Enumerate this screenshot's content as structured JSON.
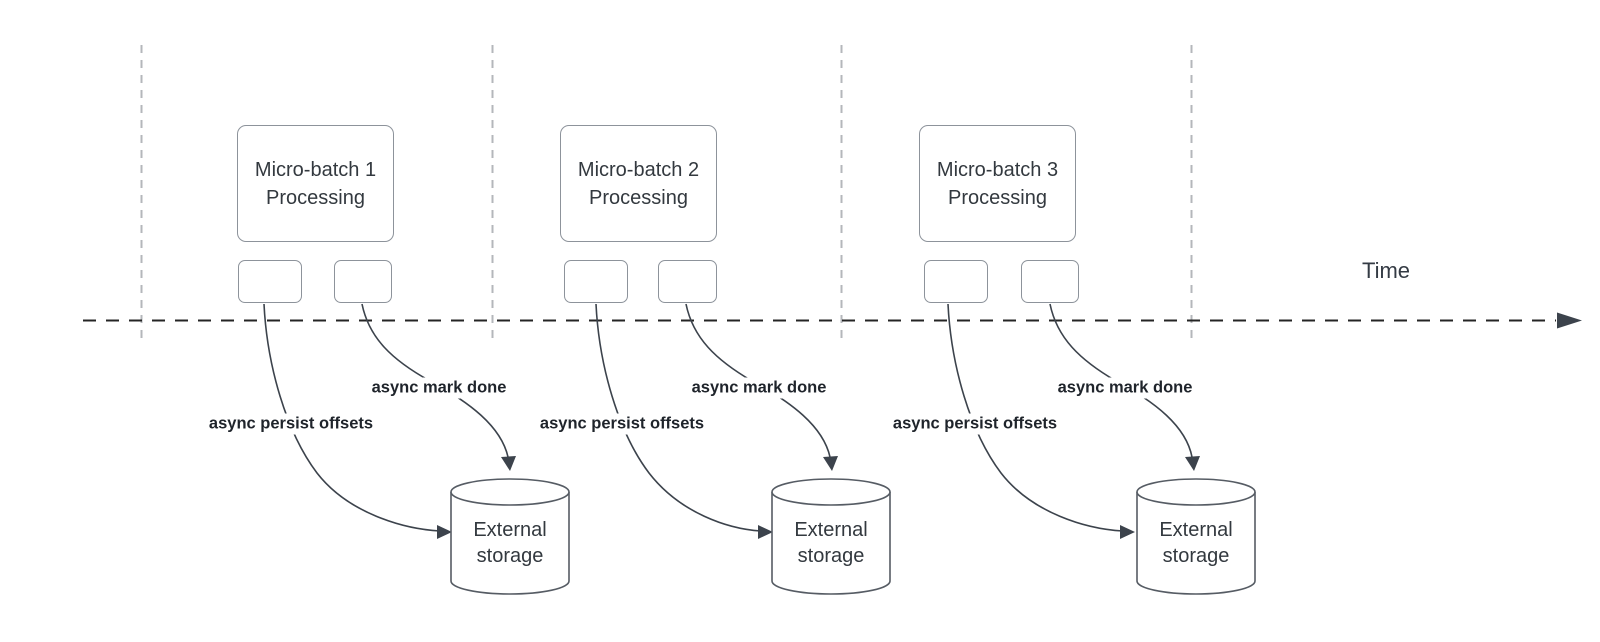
{
  "diagram": {
    "time_axis_label": "Time",
    "groups": [
      {
        "title": "Micro-batch 1\nProcessing",
        "persist_arrow_label": "async persist offsets",
        "mark_done_arrow_label": "async mark done",
        "storage_title": "External\nstorage"
      },
      {
        "title": "Micro-batch 2\nProcessing",
        "persist_arrow_label": "async persist offsets",
        "mark_done_arrow_label": "async mark done",
        "storage_title": "External\nstorage"
      },
      {
        "title": "Micro-batch 3\nProcessing",
        "persist_arrow_label": "async persist offsets",
        "mark_done_arrow_label": "async mark done",
        "storage_title": "External\nstorage"
      }
    ],
    "colors": {
      "background": "#ffffff",
      "time_axis": "#242424",
      "interval_guides": "#b4b7bb",
      "box_border": "#8d939b",
      "cylinder_border": "#565c64",
      "arrow_stroke": "#3c434c",
      "label_text": "#1f242b",
      "node_text": "#33393f"
    }
  }
}
